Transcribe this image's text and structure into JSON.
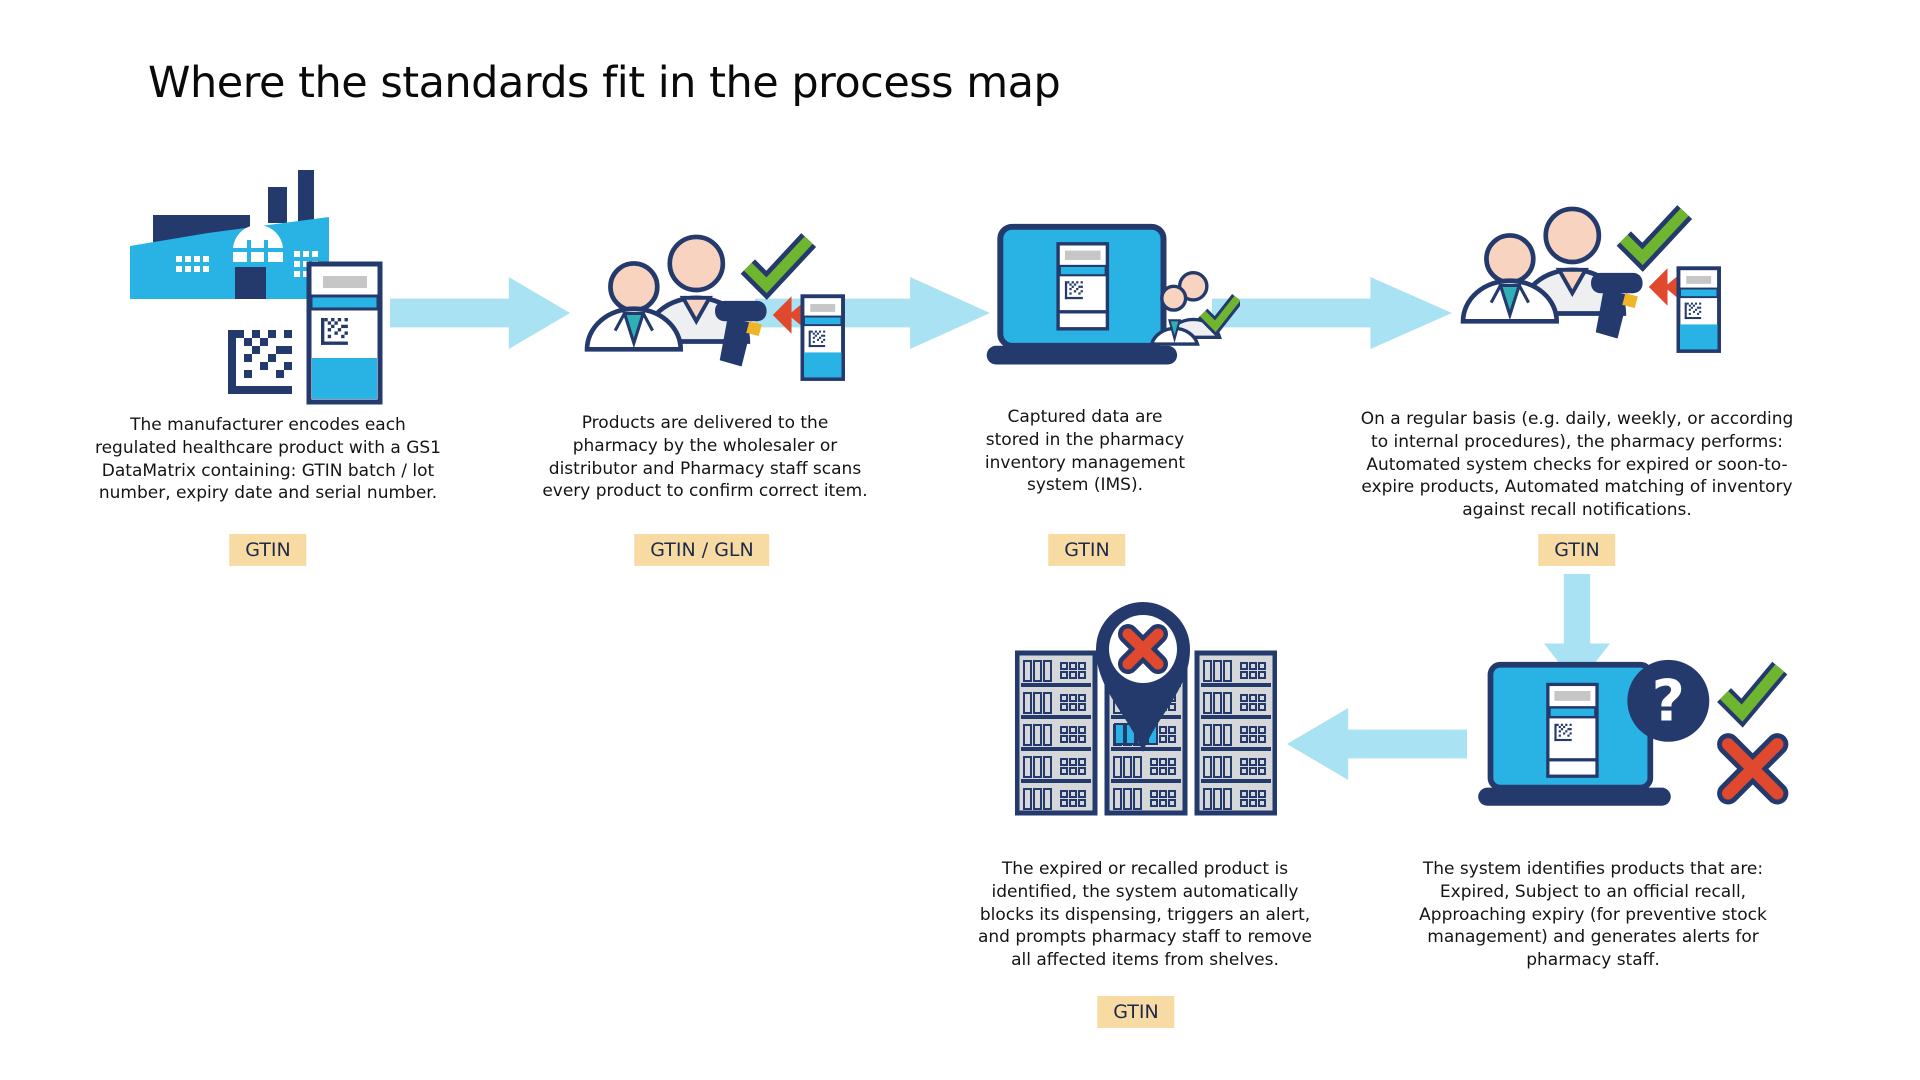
{
  "title": "Where the standards fit in the process map",
  "steps": [
    {
      "name": "manufacturer-encoding",
      "caption": "The manufacturer encodes each\nregulated healthcare product with a GS1\nDataMatrix containing: GTIN batch / lot\nnumber, expiry date and serial number.",
      "badge": "GTIN"
    },
    {
      "name": "delivery-scanning",
      "caption": "Products are delivered to the\npharmacy by the wholesaler or\ndistributor and Pharmacy staff scans\nevery product to confirm correct item.",
      "badge": "GTIN / GLN"
    },
    {
      "name": "ims-storage",
      "caption": "Captured data are\nstored in the pharmacy\ninventory management\nsystem (IMS).",
      "badge": "GTIN"
    },
    {
      "name": "periodic-checks",
      "caption": "On a regular basis (e.g. daily, weekly, or according\nto internal procedures), the pharmacy performs:\nAutomated system checks for expired or soon-to-\nexpire products, Automated matching of inventory\nagainst recall notifications.",
      "badge": "GTIN"
    },
    {
      "name": "system-identification",
      "caption": "The system identifies products that are:\nExpired, Subject to an official recall,\nApproaching expiry (for preventive stock\nmanagement) and generates alerts for\npharmacy staff.",
      "badge": ""
    },
    {
      "name": "block-and-remove",
      "caption": "The expired or recalled product is\nidentified, the system automatically\nblocks its dispensing, triggers an alert,\nand prompts pharmacy staff to remove\nall affected items from shelves.",
      "badge": "GTIN"
    }
  ],
  "glyphs": {
    "question": "?"
  },
  "icons": [
    "factory-icon",
    "pharmacy-staff-scan-icon",
    "laptop-ims-icon",
    "staff-scan-check-icon",
    "laptop-query-icon",
    "shelves-icon",
    "location-pin-cross-icon",
    "check-icon",
    "cross-icon",
    "flow-arrow-icon"
  ],
  "colors": {
    "cyan": "#29b2e4",
    "navy": "#243a6d",
    "arrow_blue": "#a9e2f3",
    "badge_bg": "#f8dba2",
    "check_green": "#6fb52f",
    "cross_red": "#e0492e",
    "skin": "#f7d3c0",
    "teal": "#2fb0b5",
    "scanner_yellow": "#f0b429",
    "label_gray": "#c6c6c6"
  }
}
